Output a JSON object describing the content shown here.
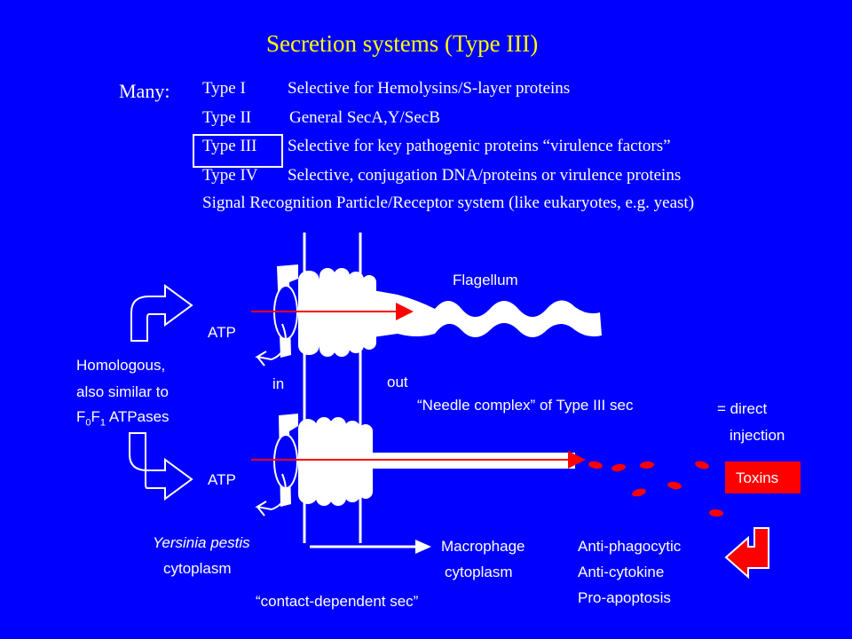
{
  "slide": {
    "title": "Secretion systems (Type III)",
    "many_label": "Many:",
    "types": [
      {
        "name": "Type I",
        "desc": "Selective for Hemolysins/S-layer proteins"
      },
      {
        "name": "Type II",
        "desc": "General SecA,Y/SecB"
      },
      {
        "name": "Type III",
        "desc": "Selective for key pathogenic proteins “virulence factors”"
      },
      {
        "name": "Type IV",
        "desc": "Selective, conjugation DNA/proteins or virulence proteins"
      }
    ],
    "srp_line": "Signal Recognition Particle/Receptor system (like eukaryotes, e.g. yeast)"
  },
  "diagram": {
    "flagellum": "Flagellum",
    "atp_top": "ATP",
    "atp_bottom": "ATP",
    "homologous": [
      "Homologous,",
      "also similar to"
    ],
    "atpase": {
      "f": "F",
      "sub0": "0",
      "f2": "F",
      "sub1": "1",
      "rest": " ATPases"
    },
    "in": "in",
    "out": "out",
    "needle": "“Needle complex” of Type III sec",
    "direct": [
      "= direct",
      "injection"
    ],
    "toxins": "Toxins",
    "yersinia": "Yersinia pestis",
    "yersinia_cyto": "cytoplasm",
    "macrophage": [
      "Macrophage",
      "cytoplasm"
    ],
    "effects": [
      "Anti-phagocytic",
      "Anti-cytokine",
      "Pro-apoptosis"
    ],
    "contact": "“contact-dependent sec”"
  },
  "colors": {
    "background": "#0000ff",
    "title": "#ffff00",
    "text": "#ffffff",
    "arrow_red": "#ff0000",
    "toxin_dot": "#ff0000"
  }
}
